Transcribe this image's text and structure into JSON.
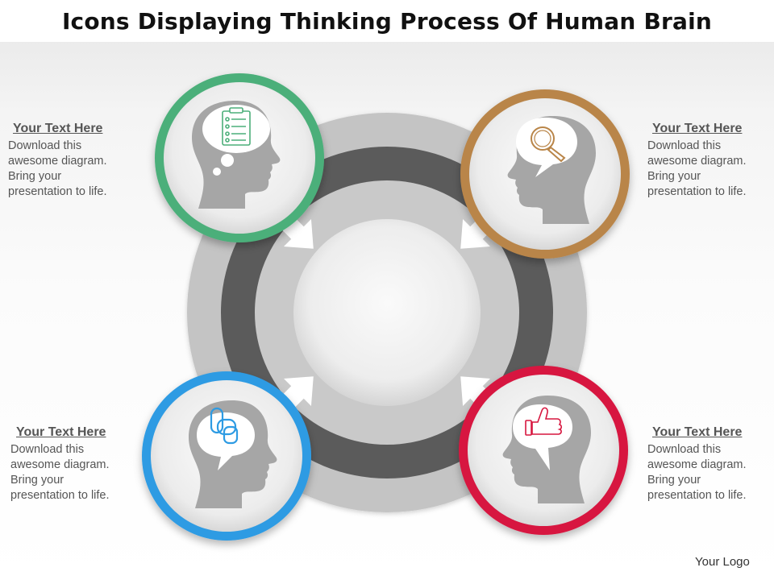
{
  "title": "Icons Displaying Thinking Process Of Human Brain",
  "colors": {
    "green": "#4caf7a",
    "brown": "#b98548",
    "blue": "#2e9be3",
    "red": "#d7163f",
    "ring_dark": "#5a5a5a",
    "ring_light": "#c8c8c8",
    "head": "#a6a6a6"
  },
  "items": [
    {
      "position": "top-left",
      "ring_color": "green",
      "icon": "clipboard-checklist-icon",
      "heading": "Your Text Here",
      "body": "Download this\nawesome diagram.\nBring your\npresentation to life."
    },
    {
      "position": "top-right",
      "ring_color": "brown",
      "icon": "magnifying-glass-icon",
      "heading": "Your Text Here",
      "body": "Download this\nawesome diagram.\nBring your\npresentation to life."
    },
    {
      "position": "bottom-left",
      "ring_color": "blue",
      "icon": "chain-link-icon",
      "heading": "Your Text Here",
      "body": "Download this\nawesome diagram.\nBring your\npresentation to life."
    },
    {
      "position": "bottom-right",
      "ring_color": "red",
      "icon": "thumbs-up-icon",
      "heading": "Your Text Here",
      "body": "Download this\nawesome diagram.\nBring your\npresentation to life."
    }
  ],
  "logo": "Your Logo"
}
